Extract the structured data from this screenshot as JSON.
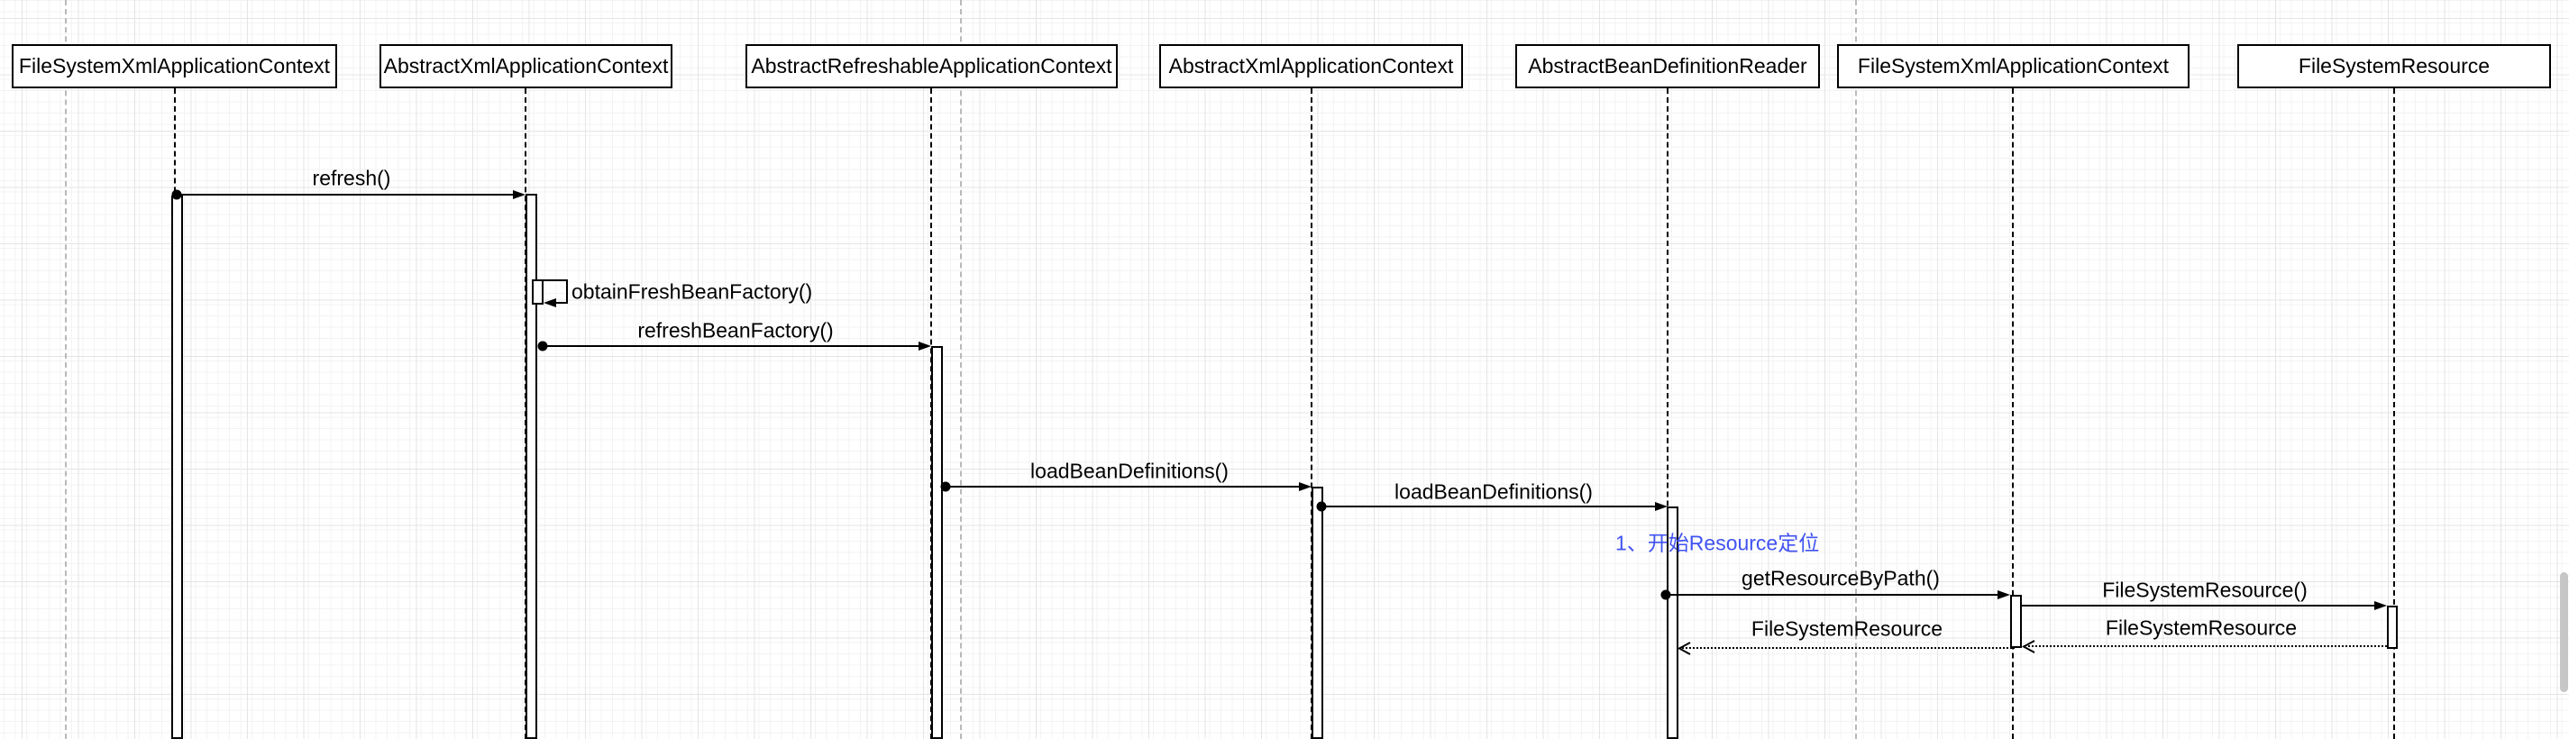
{
  "page": {
    "background": "#ffffff",
    "grid_minor_color": "#f3f3f3",
    "grid_major_color": "#e4e4e4",
    "page_guide_color": "#b9b9b9",
    "line_color": "#000000"
  },
  "actors": [
    {
      "label": "FileSystemXmlApplicationContext"
    },
    {
      "label": "AbstractXmlApplicationContext"
    },
    {
      "label": "AbstractRefreshableApplicationContext"
    },
    {
      "label": "AbstractXmlApplicationContext"
    },
    {
      "label": "AbstractBeanDefinitionReader"
    },
    {
      "label": "FileSystemXmlApplicationContext"
    },
    {
      "label": "FileSystemResource"
    }
  ],
  "messages": {
    "refresh": "refresh()",
    "obtain_fresh_bean_factory": "obtainFreshBeanFactory()",
    "refresh_bean_factory": "refreshBeanFactory()",
    "load_bean_definitions_1": "loadBeanDefinitions()",
    "load_bean_definitions_2": "loadBeanDefinitions()",
    "get_resource_by_path": "getResourceByPath()",
    "file_system_resource_call": "FileSystemResource()",
    "return_file_system_resource_right": "FileSystemResource",
    "return_file_system_resource_left": "FileSystemResource"
  },
  "note": {
    "text": "1、开始Resource定位",
    "color": "#4153f1"
  }
}
